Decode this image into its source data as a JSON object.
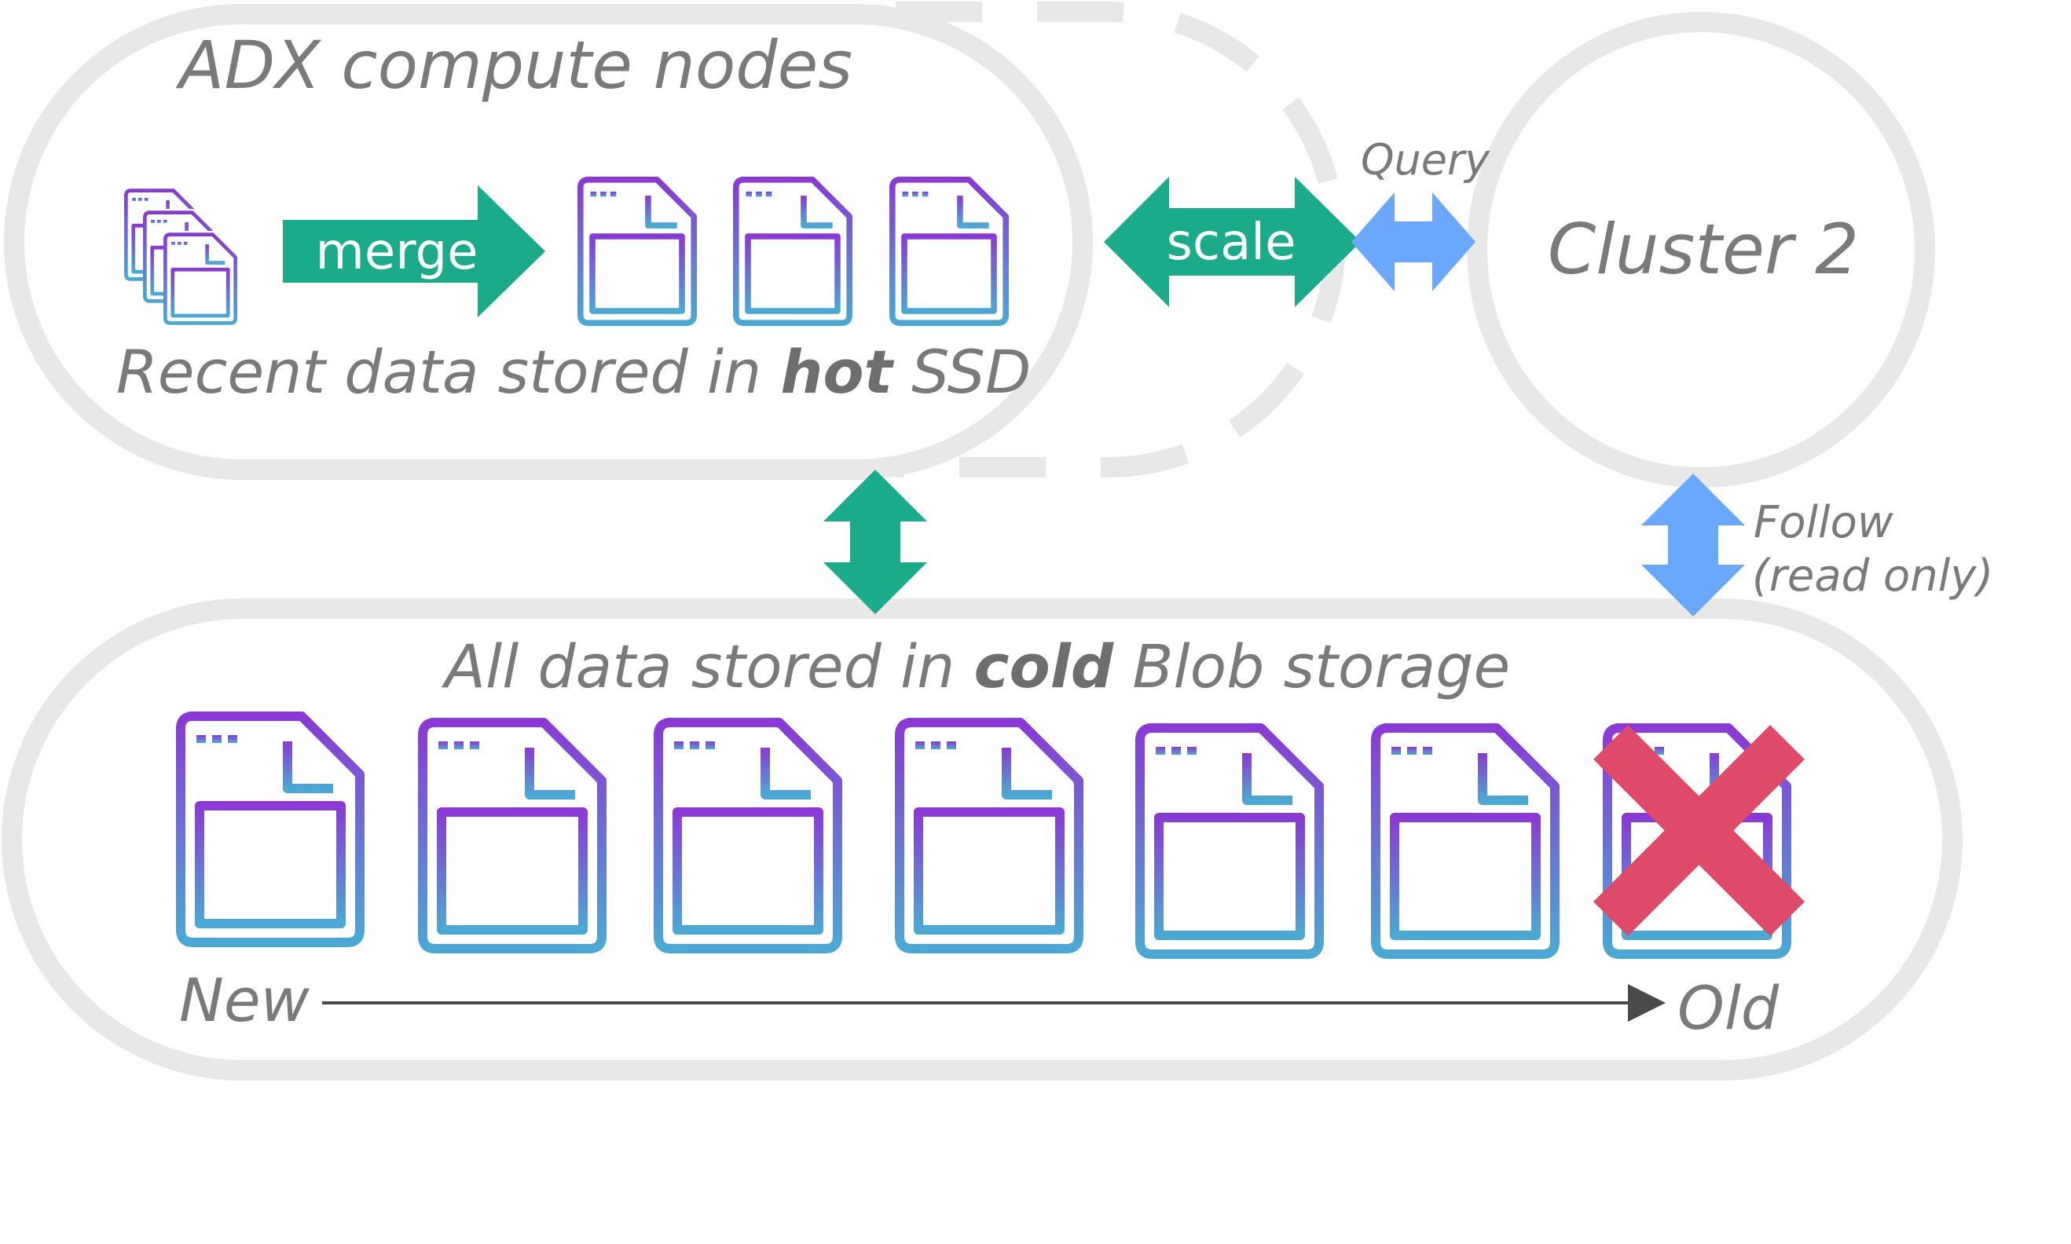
{
  "compute": {
    "title": "ADX compute nodes",
    "merge_label": "merge",
    "hot_text": {
      "prefix": "Recent data stored in ",
      "bold": "hot",
      "suffix": " SSD"
    }
  },
  "scale_label": "scale",
  "query_label": "Query",
  "cluster2_label": "Cluster 2",
  "follow": {
    "line1": "Follow",
    "line2": "(read only)"
  },
  "cold": {
    "text": {
      "prefix": "All data stored in ",
      "bold": "cold",
      "suffix": " Blob storage"
    },
    "new_label": "New",
    "old_label": "Old"
  },
  "colors": {
    "outline": "#e8e8e8",
    "teal": "#1aab8b",
    "blue": "#6aa7ff",
    "red": "#de4a67",
    "text": "#7a7a7a",
    "icon_gradient_top": "#8b39d6",
    "icon_gradient_bottom": "#4aa9d4"
  },
  "icons": [
    "table-file-icon",
    "deleted-x-icon"
  ]
}
